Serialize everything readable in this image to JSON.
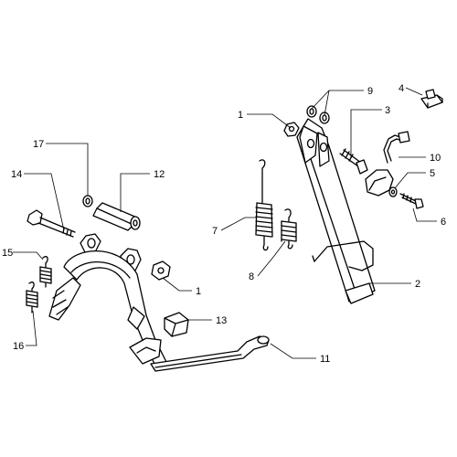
{
  "callouts": {
    "c1a": "1",
    "c1b": "1",
    "c2": "2",
    "c4": "4",
    "c3": "3",
    "c5": "5",
    "c6": "6",
    "c7": "7",
    "c8": "8",
    "c9": "9",
    "c10": "10",
    "c11": "11",
    "c12": "12",
    "c13": "13",
    "c14": "14",
    "c15": "15",
    "c16": "16",
    "c17": "17"
  }
}
